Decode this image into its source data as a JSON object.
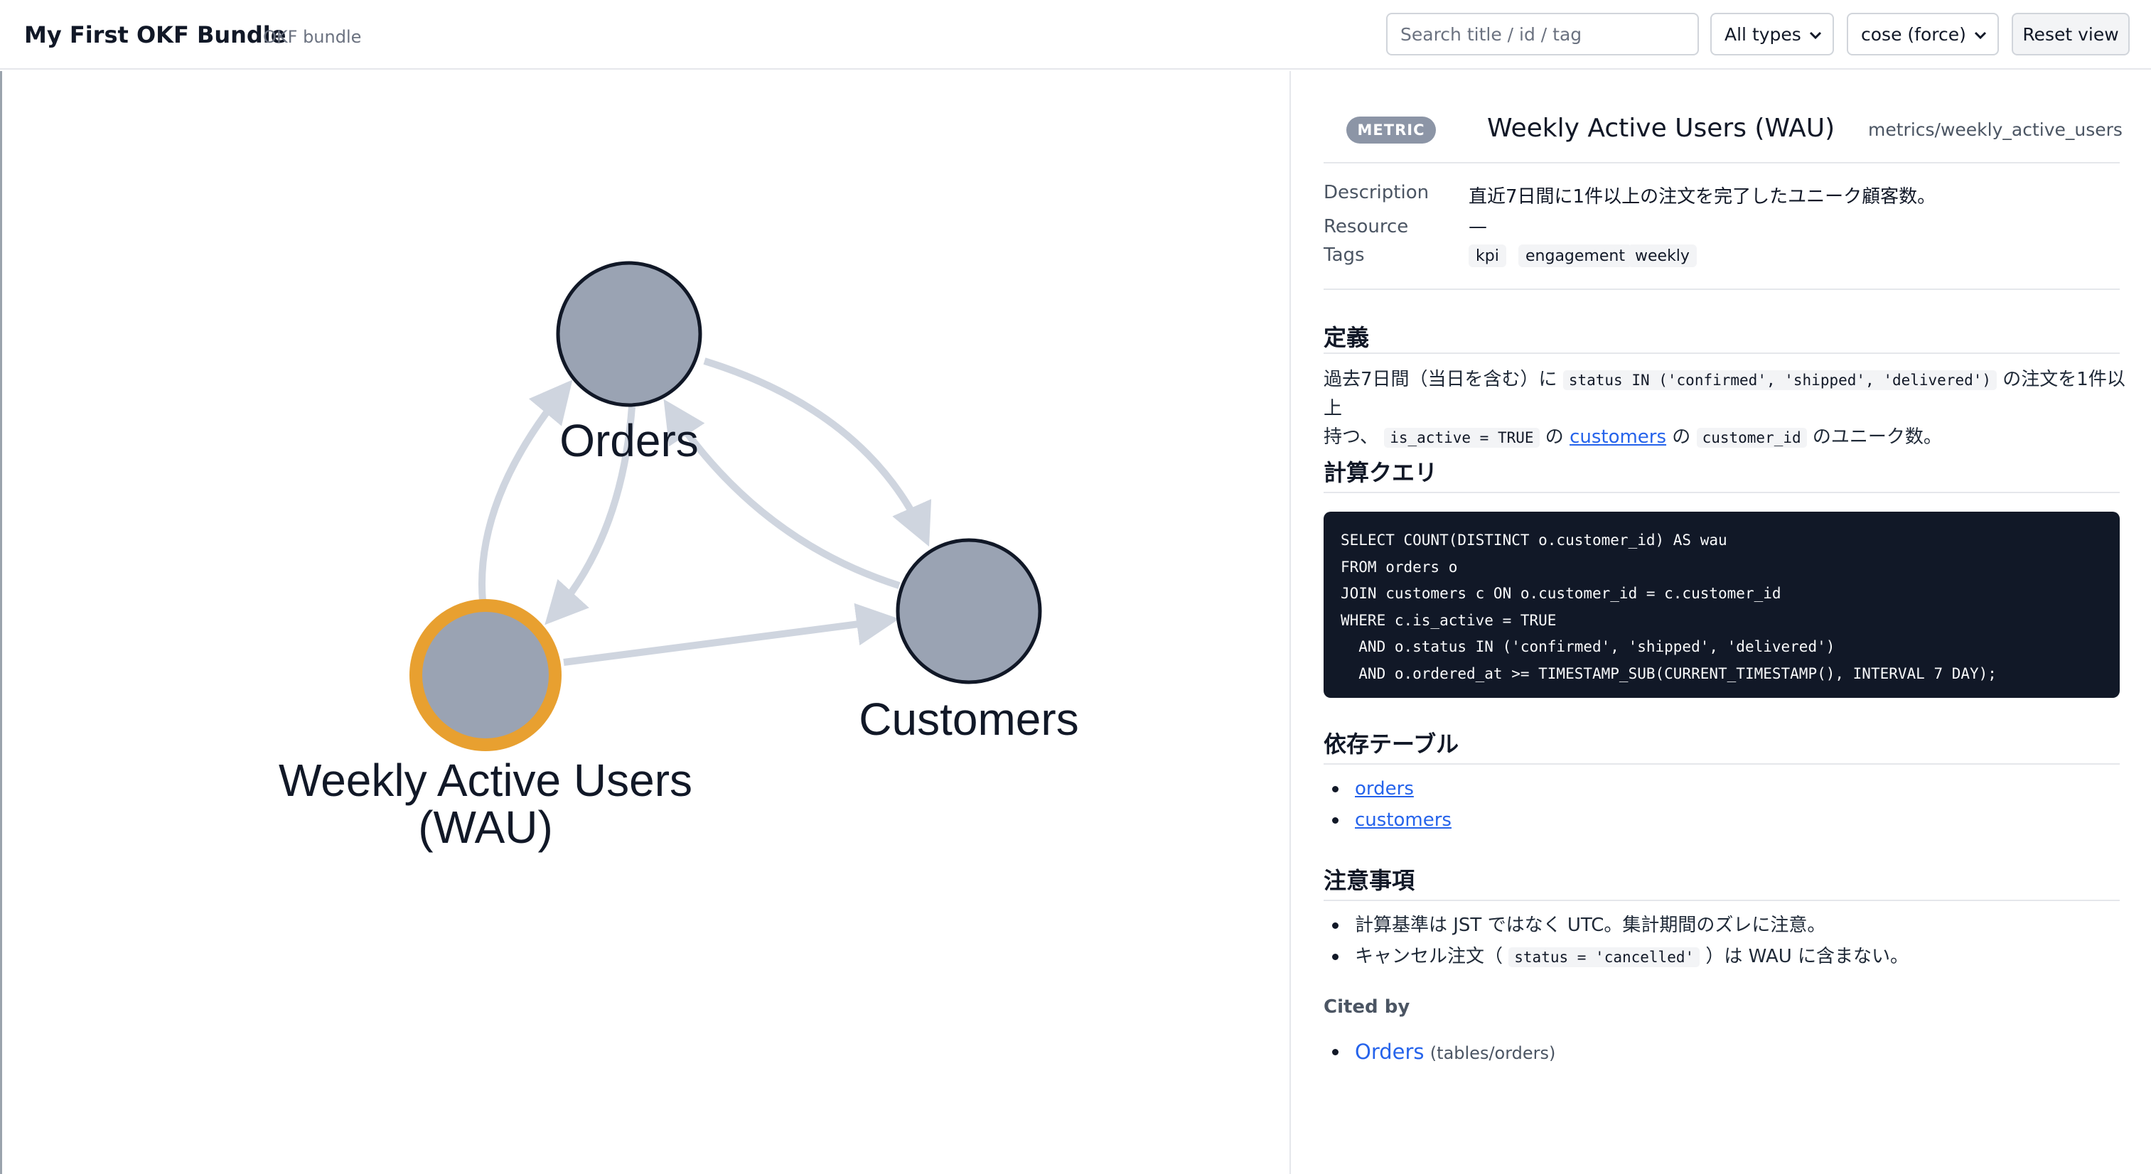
{
  "header": {
    "title": "My First OKF Bundle",
    "subtitle": "OKF bundle",
    "search_placeholder": "Search title / id / tag",
    "type_filter": "All types",
    "layout_select": "cose (force)",
    "reset_label": "Reset view"
  },
  "graph": {
    "nodes": [
      {
        "id": "orders",
        "label_lines": [
          "Orders"
        ],
        "selected": false
      },
      {
        "id": "customers",
        "label_lines": [
          "Customers"
        ],
        "selected": false
      },
      {
        "id": "wau",
        "label_lines": [
          "Weekly Active Users",
          "(WAU)"
        ],
        "selected": true
      }
    ],
    "edges": [
      {
        "from": "orders",
        "to": "customers"
      },
      {
        "from": "customers",
        "to": "orders"
      },
      {
        "from": "orders",
        "to": "wau"
      },
      {
        "from": "wau",
        "to": "orders"
      },
      {
        "from": "wau",
        "to": "customers"
      }
    ],
    "colors": {
      "node_fill": "#9aa3b3",
      "node_border": "#111827",
      "selected_border": "#e8a030",
      "edge": "#cfd5df",
      "label": "#111827"
    }
  },
  "detail": {
    "badge": "METRIC",
    "title": "Weekly Active Users (WAU)",
    "path": "metrics/weekly_active_users",
    "meta": {
      "description_label": "Description",
      "description": "直近7日間に1件以上の注文を完了したユニーク顧客数。",
      "resource_label": "Resource",
      "resource": "—",
      "tags_label": "Tags",
      "tags": [
        "kpi",
        "engagement",
        "weekly"
      ]
    },
    "definition": {
      "heading": "定義",
      "line1_prefix": "過去7日間（当日を含む）に ",
      "line1_code": "status IN ('confirmed', 'shipped', 'delivered')",
      "line1_suffix": " の注文を1件以上",
      "line2_prefix": "持つ、 ",
      "line2_code1": "is_active = TRUE",
      "line2_mid1": " の ",
      "line2_link": "customers",
      "line2_mid2": " の ",
      "line2_code2": "customer_id",
      "line2_suffix": " のユニーク数。"
    },
    "query": {
      "heading": "計算クエリ",
      "lines": [
        "SELECT COUNT(DISTINCT o.customer_id) AS wau",
        "FROM orders o",
        "JOIN customers c ON o.customer_id = c.customer_id",
        "WHERE c.is_active = TRUE",
        "  AND o.status IN ('confirmed', 'shipped', 'delivered')",
        "  AND o.ordered_at >= TIMESTAMP_SUB(CURRENT_TIMESTAMP(), INTERVAL 7 DAY);"
      ]
    },
    "deps": {
      "heading": "依存テーブル",
      "items": [
        "orders",
        "customers"
      ]
    },
    "notes": {
      "heading": "注意事項",
      "item1": "計算基準は JST ではなく UTC。集計期間のズレに注意。",
      "item2_prefix": "キャンセル注文（ ",
      "item2_code": "status = 'cancelled'",
      "item2_suffix": " ）は WAU に含まない。"
    },
    "cited_by": {
      "heading": "Cited by",
      "items": [
        {
          "title": "Orders",
          "path": "(tables/orders)"
        }
      ]
    }
  }
}
